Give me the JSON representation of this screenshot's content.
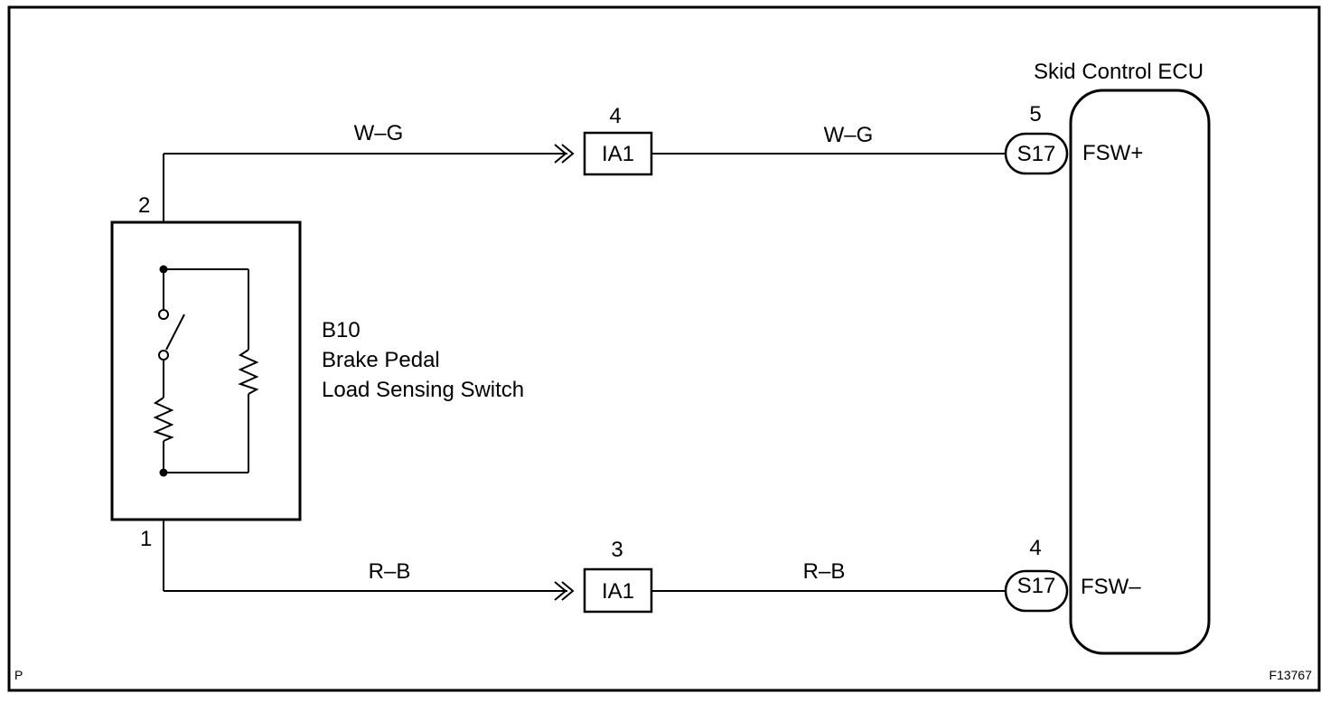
{
  "corner_label": "P",
  "figure_id": "F13767",
  "ecu": {
    "title": "Skid Control ECU",
    "terminal_plus": "FSW+",
    "terminal_minus": "FSW–"
  },
  "switch": {
    "code": "B10",
    "name_line1": "Brake Pedal",
    "name_line2": "Load Sensing Switch",
    "pin_top": "2",
    "pin_bottom": "1"
  },
  "top_circuit": {
    "wire_left": "W–G",
    "wire_right": "W–G",
    "junction_pin": "4",
    "junction_label": "IA1",
    "ecu_pin": "5",
    "ecu_connector": "S17"
  },
  "bottom_circuit": {
    "wire_left": "R–B",
    "wire_right": "R–B",
    "junction_pin": "3",
    "junction_label": "IA1",
    "ecu_pin": "4",
    "ecu_connector": "S17"
  }
}
